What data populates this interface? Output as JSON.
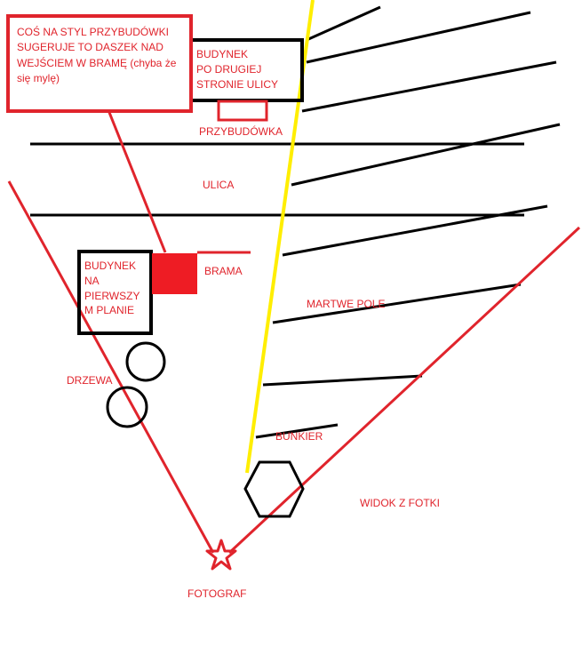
{
  "callout": {
    "text": "COŚ NA STYL PRZYBUDÓWKI SUGERUJE TO DASZEK NAD WEJŚCIEM W BRAMĘ (chyba że się mylę)"
  },
  "labels": {
    "far_building": [
      "BUDYNEK",
      "PO DRUGIEJ",
      "STRONIE ULICY"
    ],
    "annex": "PRZYBUDÓWKA",
    "street": "ULICA",
    "near_building": [
      "BUDYNEK",
      "NA",
      "PIERWSZY",
      "M PLANIE"
    ],
    "gate": "BRAMA",
    "dead_zone": "MARTWE POLE",
    "trees": "DRZEWA",
    "bunker": "BUNKIER",
    "view": "WIDOK Z FOTKI",
    "photographer": "FOTOGRAF"
  },
  "colors": {
    "red": "#e0242c",
    "black": "#000000",
    "yellow": "#ffee00",
    "fill_red": "#ee1c24"
  }
}
